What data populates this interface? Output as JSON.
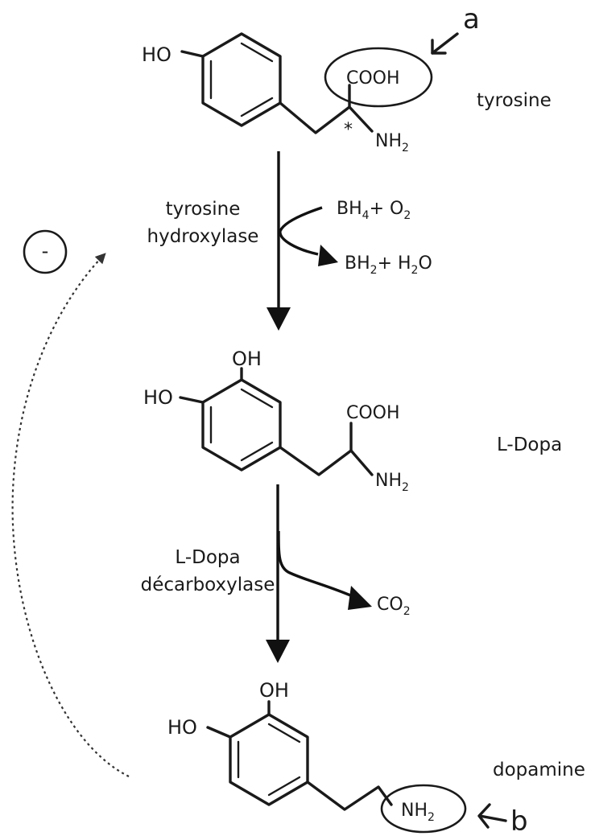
{
  "molecules": {
    "tyrosine": {
      "name": "tyrosine",
      "ring_substituent": "HO",
      "carboxyl": "COOH",
      "amine": "NH",
      "amine_sub": "2",
      "stereocenter": "*"
    },
    "ldopa": {
      "name": "L-Dopa",
      "ring_oh_top": "OH",
      "ring_oh_left": "HO",
      "carboxyl": "COOH",
      "amine": "NH",
      "amine_sub": "2"
    },
    "dopamine": {
      "name": "dopamine",
      "ring_oh_top": "OH",
      "ring_oh_left": "HO",
      "amine": "NH",
      "amine_sub": "2"
    }
  },
  "enzymes": {
    "step1": {
      "line1": "tyrosine",
      "line2": "hydroxylase"
    },
    "step2": {
      "line1": "L-Dopa",
      "line2": "décarboxylase"
    }
  },
  "cofactors": {
    "step1_in": {
      "a": "BH",
      "a_sub": "4",
      "plus": "+ O",
      "b_sub": "2"
    },
    "step1_out": {
      "a": "BH",
      "a_sub": "2",
      "plus": "+ H",
      "b_sub": "2",
      "tail": "O"
    },
    "step2_out": {
      "a": "CO",
      "a_sub": "2"
    }
  },
  "callouts": {
    "a": "a",
    "b": "b"
  },
  "inhibition_symbol": "-"
}
